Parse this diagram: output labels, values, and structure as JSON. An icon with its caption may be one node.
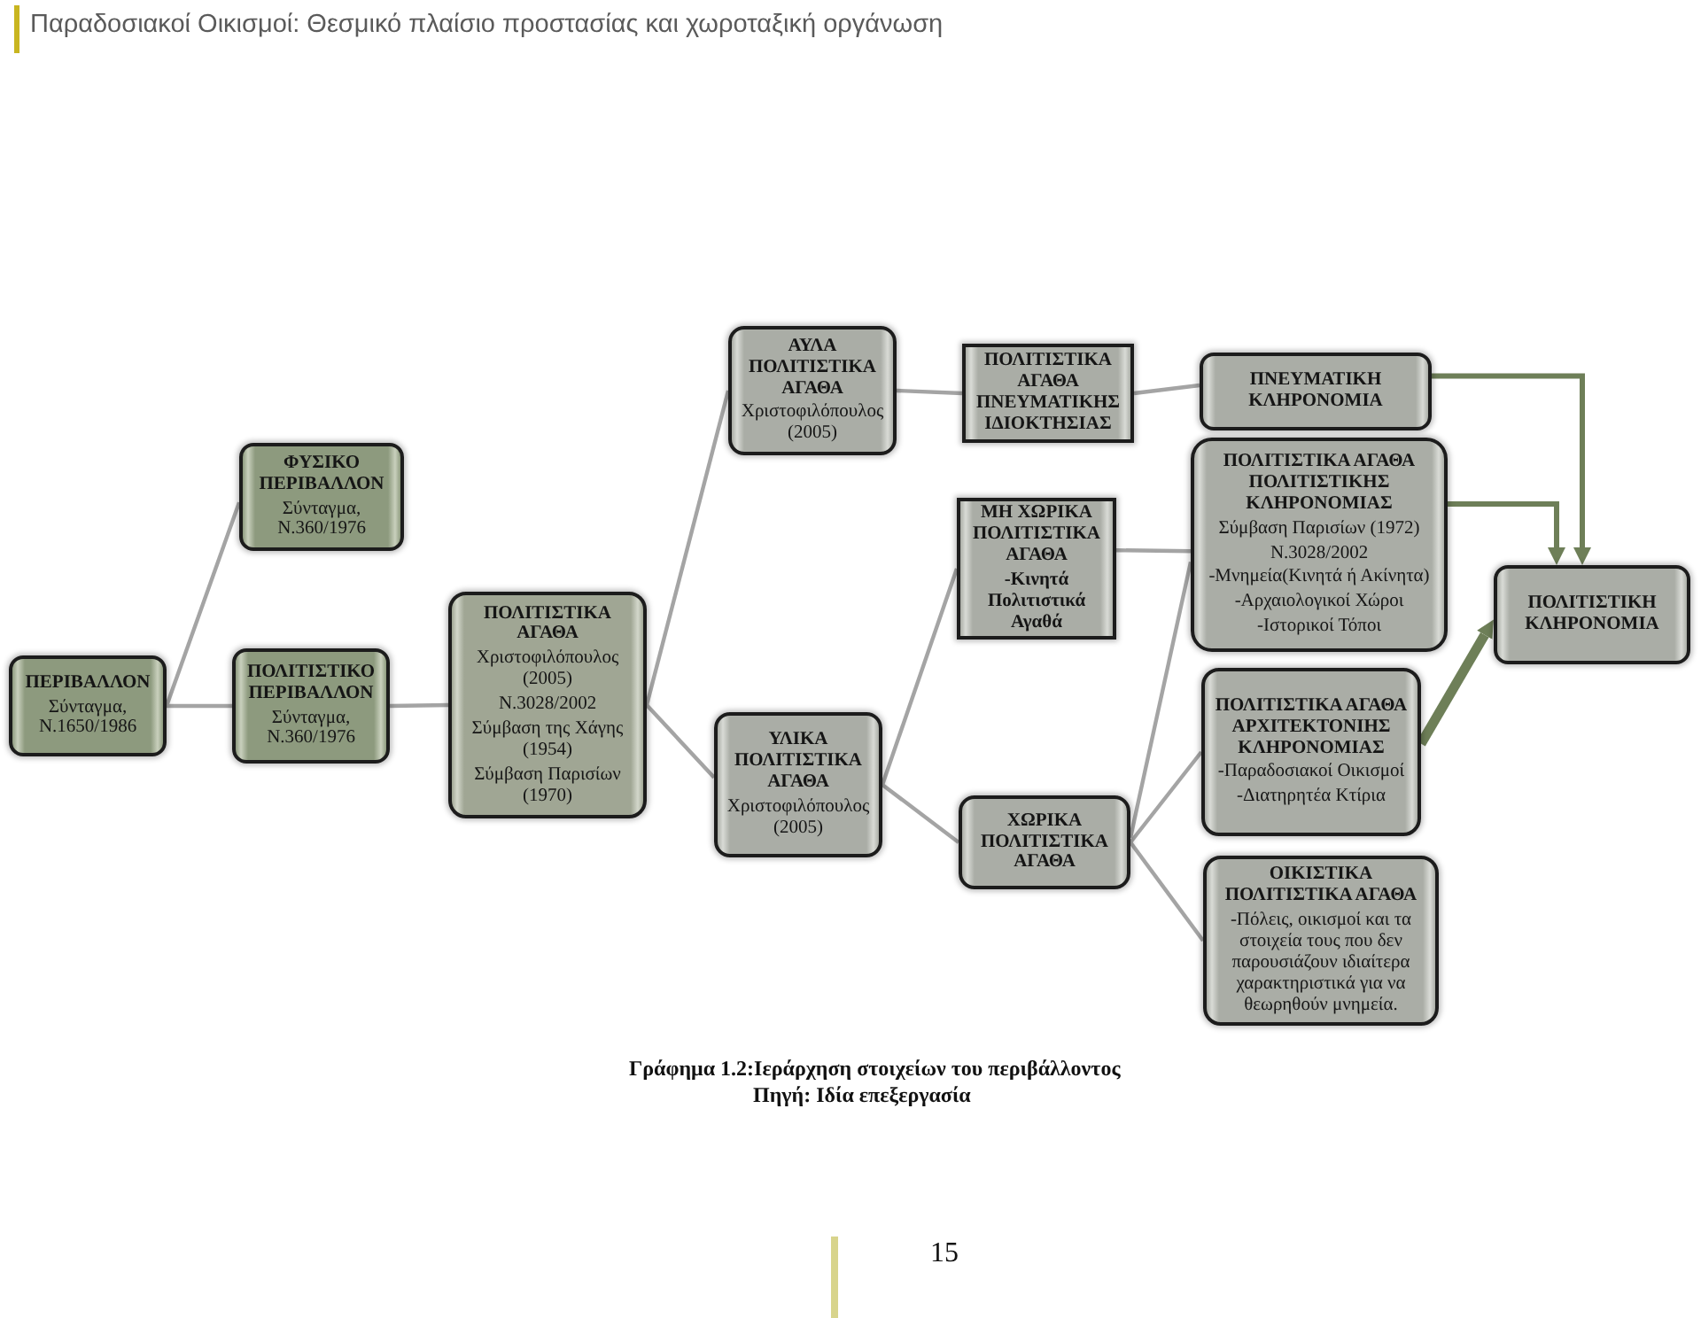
{
  "diagram": {
    "caption": "Γράφημα 1.2:Ιεράρχηση στοιχείων του περιβάλλοντος",
    "nodes": [
      {
        "text": [
          "ΠΕΡΙΒΑΛΛΟΝ",
          "Σύνταγμα, Ν.1650/1986"
        ]
      },
      {
        "text": [
          "ΦΥΣΙΚΟ ΠΕΡΙΒΑΛΛΟΝ",
          "Σύνταγμα, Ν.360/1976"
        ]
      },
      {
        "text": [
          "ΠΟΛΙΤΙΣΤΙΚΟ ΠΕΡΙΒΑΛΛΟΝ",
          "Σύνταγμα, Ν.360/1976"
        ]
      },
      {
        "text": [
          "ΠΟΛΙΤΙΣΤΙΚΑ ΑΓΑΘΑ",
          "Χριστοφιλόπουλος (2005)",
          "Ν.3028/2002",
          "Σύμβαση της Χάγης (1954)",
          "Σύμβαση Παρισίων (1970)"
        ]
      },
      {
        "text": [
          "ΑΥΛΑ ΠΟΛΙΤΙΣΤΙΚΑ ΑΓΑΘΑ",
          "Χριστοφιλόπουλος (2005)"
        ]
      },
      {
        "text": [
          "ΥΛΙΚΑ ΠΟΛΙΤΙΣΤΙΚΑ ΑΓΑΘΑ",
          "Χριστοφιλόπουλος (2005)"
        ]
      },
      {
        "text": [
          "ΠΟΛΙΤΙΣΤΙΚΑ ΑΓΑΘΑ ΠΝΕΥΜΑΤΙΚΗΣ ΙΔΙΟΚΤΗΣΙΑΣ"
        ]
      },
      {
        "text": [
          "ΜΗ ΧΩΡΙΚΑ ΠΟΛΙΤΙΣΤΙΚΑ ΑΓΑΘΑ",
          "-Κινητά Πολιτιστικά Αγαθά"
        ]
      },
      {
        "text": [
          "ΧΩΡΙΚΑ ΠΟΛΙΤΙΣΤΙΚΑ ΑΓΑΘΑ"
        ]
      },
      {
        "text": [
          "ΠΝΕΥΜΑΤΙΚΗ ΚΛΗΡΟΝΟΜΙΑ"
        ]
      },
      {
        "text": [
          "ΠΟΛΙΤΙΣΤΙΚΑ ΑΓΑΘΑ ΠΟΛΙΤΙΣΤΙΚΗΣ ΚΛΗΡΟΝΟΜΙΑΣ",
          "Σύμβαση Παρισίων (1972)",
          "Ν.3028/2002",
          "-Μνημεία(Κινητά ή Ακίνητα)",
          "-Αρχαιολογικοί Χώροι",
          "-Ιστορικοί Τόποι"
        ]
      },
      {
        "text": [
          "ΠΟΛΙΤΙΣΤΙΚΑ ΑΓΑΘΑ ΑΡΧΙΤΕΚΤΟΝΙΗΣ ΚΛΗΡΟΝΟΜΙΑΣ",
          "-Παραδοσιακοί Οικισμοί",
          "-Διατηρητέα Κτίρια"
        ]
      },
      {
        "text": [
          "ΟΙΚΙΣΤΙΚΑ ΠΟΛΙΤΙΣΤΙΚΑ ΑΓΑΘΑ",
          "-Πόλεις, οικισμοί και τα στοιχεία τους που δεν παρουσιάζουν ιδιαίτερα χαρακτηριστικά για να θεωρηθούν μνημεία."
        ]
      },
      {
        "text": [
          "ΠΟΛΙΤΙΣΤΙΚΗ ΚΛΗΡΟΝΟΜΙΑ"
        ]
      }
    ],
    "edges": [
      {
        "from": 0,
        "to": 1,
        "arrow": "none"
      },
      {
        "from": 0,
        "to": 2,
        "arrow": "none"
      },
      {
        "from": 2,
        "to": 3,
        "arrow": "none"
      },
      {
        "from": 3,
        "to": 4,
        "arrow": "none"
      },
      {
        "from": 3,
        "to": 5,
        "arrow": "none"
      },
      {
        "from": 4,
        "to": 6,
        "arrow": "none"
      },
      {
        "from": 5,
        "to": 7,
        "arrow": "none"
      },
      {
        "from": 5,
        "to": 8,
        "arrow": "none"
      },
      {
        "from": 6,
        "to": 9,
        "arrow": "none"
      },
      {
        "from": 7,
        "to": 10,
        "arrow": "none"
      },
      {
        "from": 8,
        "to": 10,
        "arrow": "none"
      },
      {
        "from": 8,
        "to": 11,
        "arrow": "none"
      },
      {
        "from": 8,
        "to": 12,
        "arrow": "none"
      },
      {
        "from": 9,
        "to": 13,
        "arrow": "to",
        "color": "#6e7f58"
      },
      {
        "from": 10,
        "to": 13,
        "arrow": "to",
        "color": "#6e7f58"
      },
      {
        "from": 11,
        "to": 13,
        "arrow": "to",
        "style": "thick",
        "color": "#6e7f58"
      }
    ],
    "labels": [
      "Παραδοσιακοί Οικισμοί: Θεσμικό πλαίσιο προστασίας και χωροταξική οργάνωση",
      "Πηγή: Ιδία επεξεργασία",
      "15"
    ]
  }
}
